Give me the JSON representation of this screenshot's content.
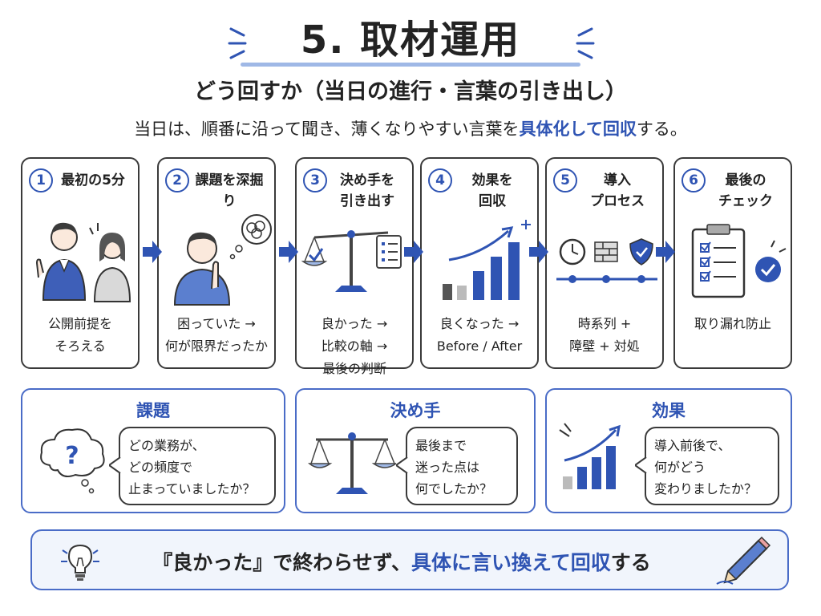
{
  "header": {
    "title": "5. 取材運用",
    "subtitle": "どう回すか（当日の進行・言葉の引き出し）",
    "lead_prefix": "当日は、順番に沿って聞き、薄くなりやすい言葉を",
    "lead_emphasis": "具体化して回収",
    "lead_suffix": "する。"
  },
  "steps": [
    {
      "num": "1",
      "title": "最初の5分",
      "caption": "公開前提を\nそろえる"
    },
    {
      "num": "2",
      "title": "課題を深掘り",
      "caption": "困っていた →\n何が限界だったか"
    },
    {
      "num": "3",
      "title": "決め手を\n引き出す",
      "caption": "良かった →\n比較の軸 →\n最後の判断"
    },
    {
      "num": "4",
      "title": "効果を\n回収",
      "caption": "良くなった →\nBefore / After"
    },
    {
      "num": "5",
      "title": "導入\nプロセス",
      "caption": "時系列 +\n障壁 + 対処"
    },
    {
      "num": "6",
      "title": "最後の\nチェック",
      "caption": "取り漏れ防止"
    }
  ],
  "questions": [
    {
      "title": "課題",
      "text": "どの業務が、\nどの頻度で\n止まっていましたか？"
    },
    {
      "title": "決め手",
      "text": "最後まで\n迷った点は\n何でしたか？"
    },
    {
      "title": "効果",
      "text": "導入前後で、\n何がどう\n変わりましたか？"
    }
  ],
  "footer": {
    "prefix": "『良かった』で終わらせず、",
    "emphasis": "具体に言い換えて回収",
    "suffix": "する"
  },
  "colors": {
    "accent": "#2f54b3",
    "light_accent": "#9fb8e6",
    "footer_bg": "#f1f5fc"
  },
  "icons": [
    "lightbulb-icon",
    "pencil-icon",
    "question-cloud-icon",
    "balance-scale-icon",
    "growth-chart-icon",
    "clock-icon",
    "brick-wall-icon",
    "shield-check-icon",
    "clipboard-checklist-icon",
    "check-circle-icon"
  ]
}
